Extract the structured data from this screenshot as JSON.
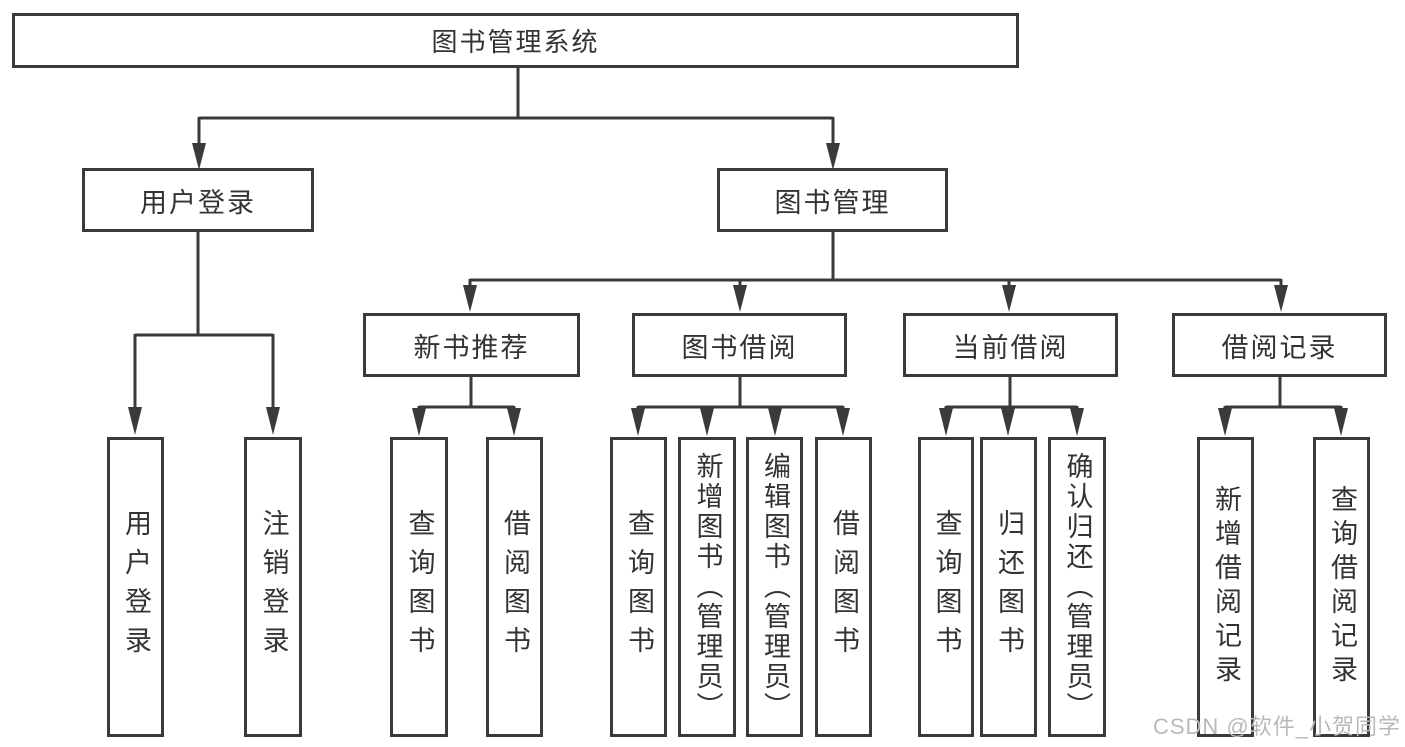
{
  "diagram": {
    "type": "tree",
    "colors": {
      "line": "#3a3a3a",
      "text": "#333333",
      "background": "#ffffff",
      "watermark": "#b9b9b9"
    },
    "tree": {
      "label": "图书管理系统",
      "children": [
        {
          "label": "用户登录",
          "children": [
            {
              "label": "用户登录"
            },
            {
              "label": "注销登录"
            }
          ]
        },
        {
          "label": "图书管理",
          "children": [
            {
              "label": "新书推荐",
              "children": [
                {
                  "label": "查询图书"
                },
                {
                  "label": "借阅图书"
                }
              ]
            },
            {
              "label": "图书借阅",
              "children": [
                {
                  "label": "查询图书"
                },
                {
                  "label": "新增图书（管理员）"
                },
                {
                  "label": "编辑图书（管理员）"
                },
                {
                  "label": "借阅图书"
                }
              ]
            },
            {
              "label": "当前借阅",
              "children": [
                {
                  "label": "查询图书"
                },
                {
                  "label": "归还图书"
                },
                {
                  "label": "确认归还（管理员）"
                }
              ]
            },
            {
              "label": "借阅记录",
              "children": [
                {
                  "label": "新增借阅记录"
                },
                {
                  "label": "查询借阅记录"
                }
              ]
            }
          ]
        }
      ]
    },
    "watermark": "CSDN @软件_小贺同学"
  }
}
